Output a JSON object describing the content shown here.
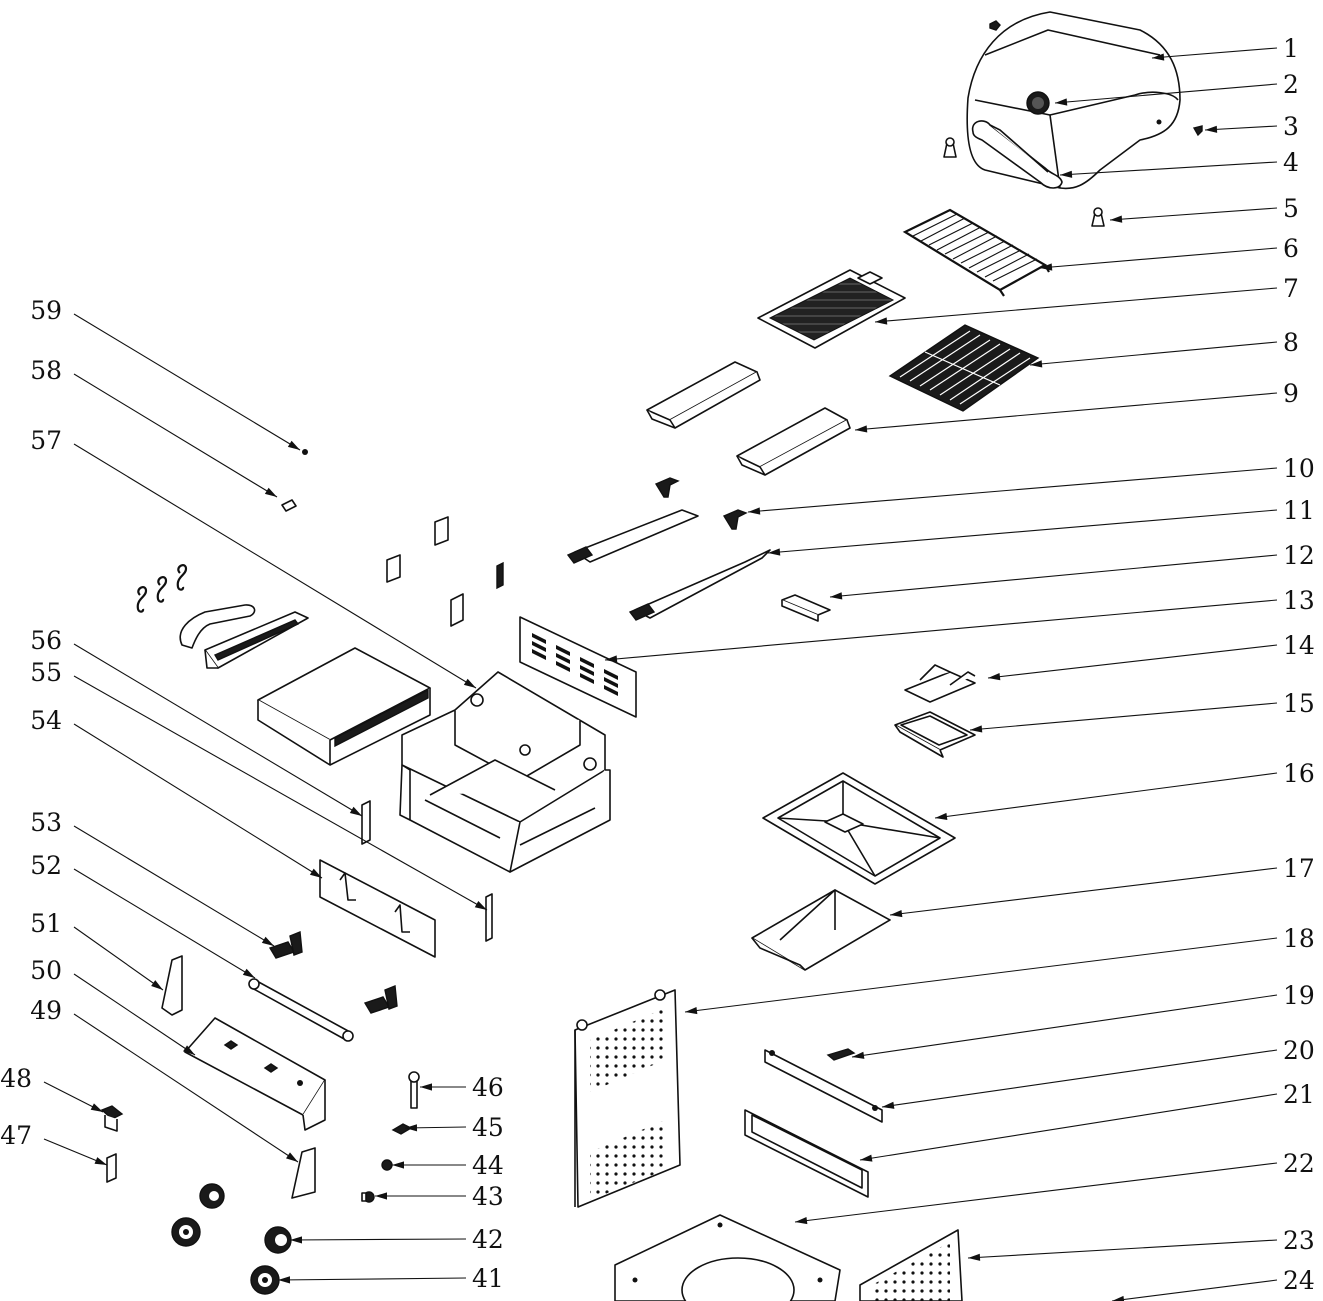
{
  "colors": {
    "line": "#111111",
    "background": "#ffffff"
  },
  "callouts": {
    "right": [
      "1",
      "2",
      "3",
      "4",
      "5",
      "6",
      "7",
      "8",
      "9",
      "10",
      "11",
      "12",
      "13",
      "14",
      "15",
      "16",
      "17",
      "18",
      "19",
      "20",
      "21",
      "22",
      "23",
      "24"
    ],
    "left": [
      "59",
      "58",
      "57",
      "56",
      "55",
      "54",
      "53",
      "52",
      "51",
      "50",
      "49",
      "48",
      "47"
    ],
    "middle": [
      "46",
      "45",
      "44",
      "43",
      "42",
      "41"
    ]
  }
}
